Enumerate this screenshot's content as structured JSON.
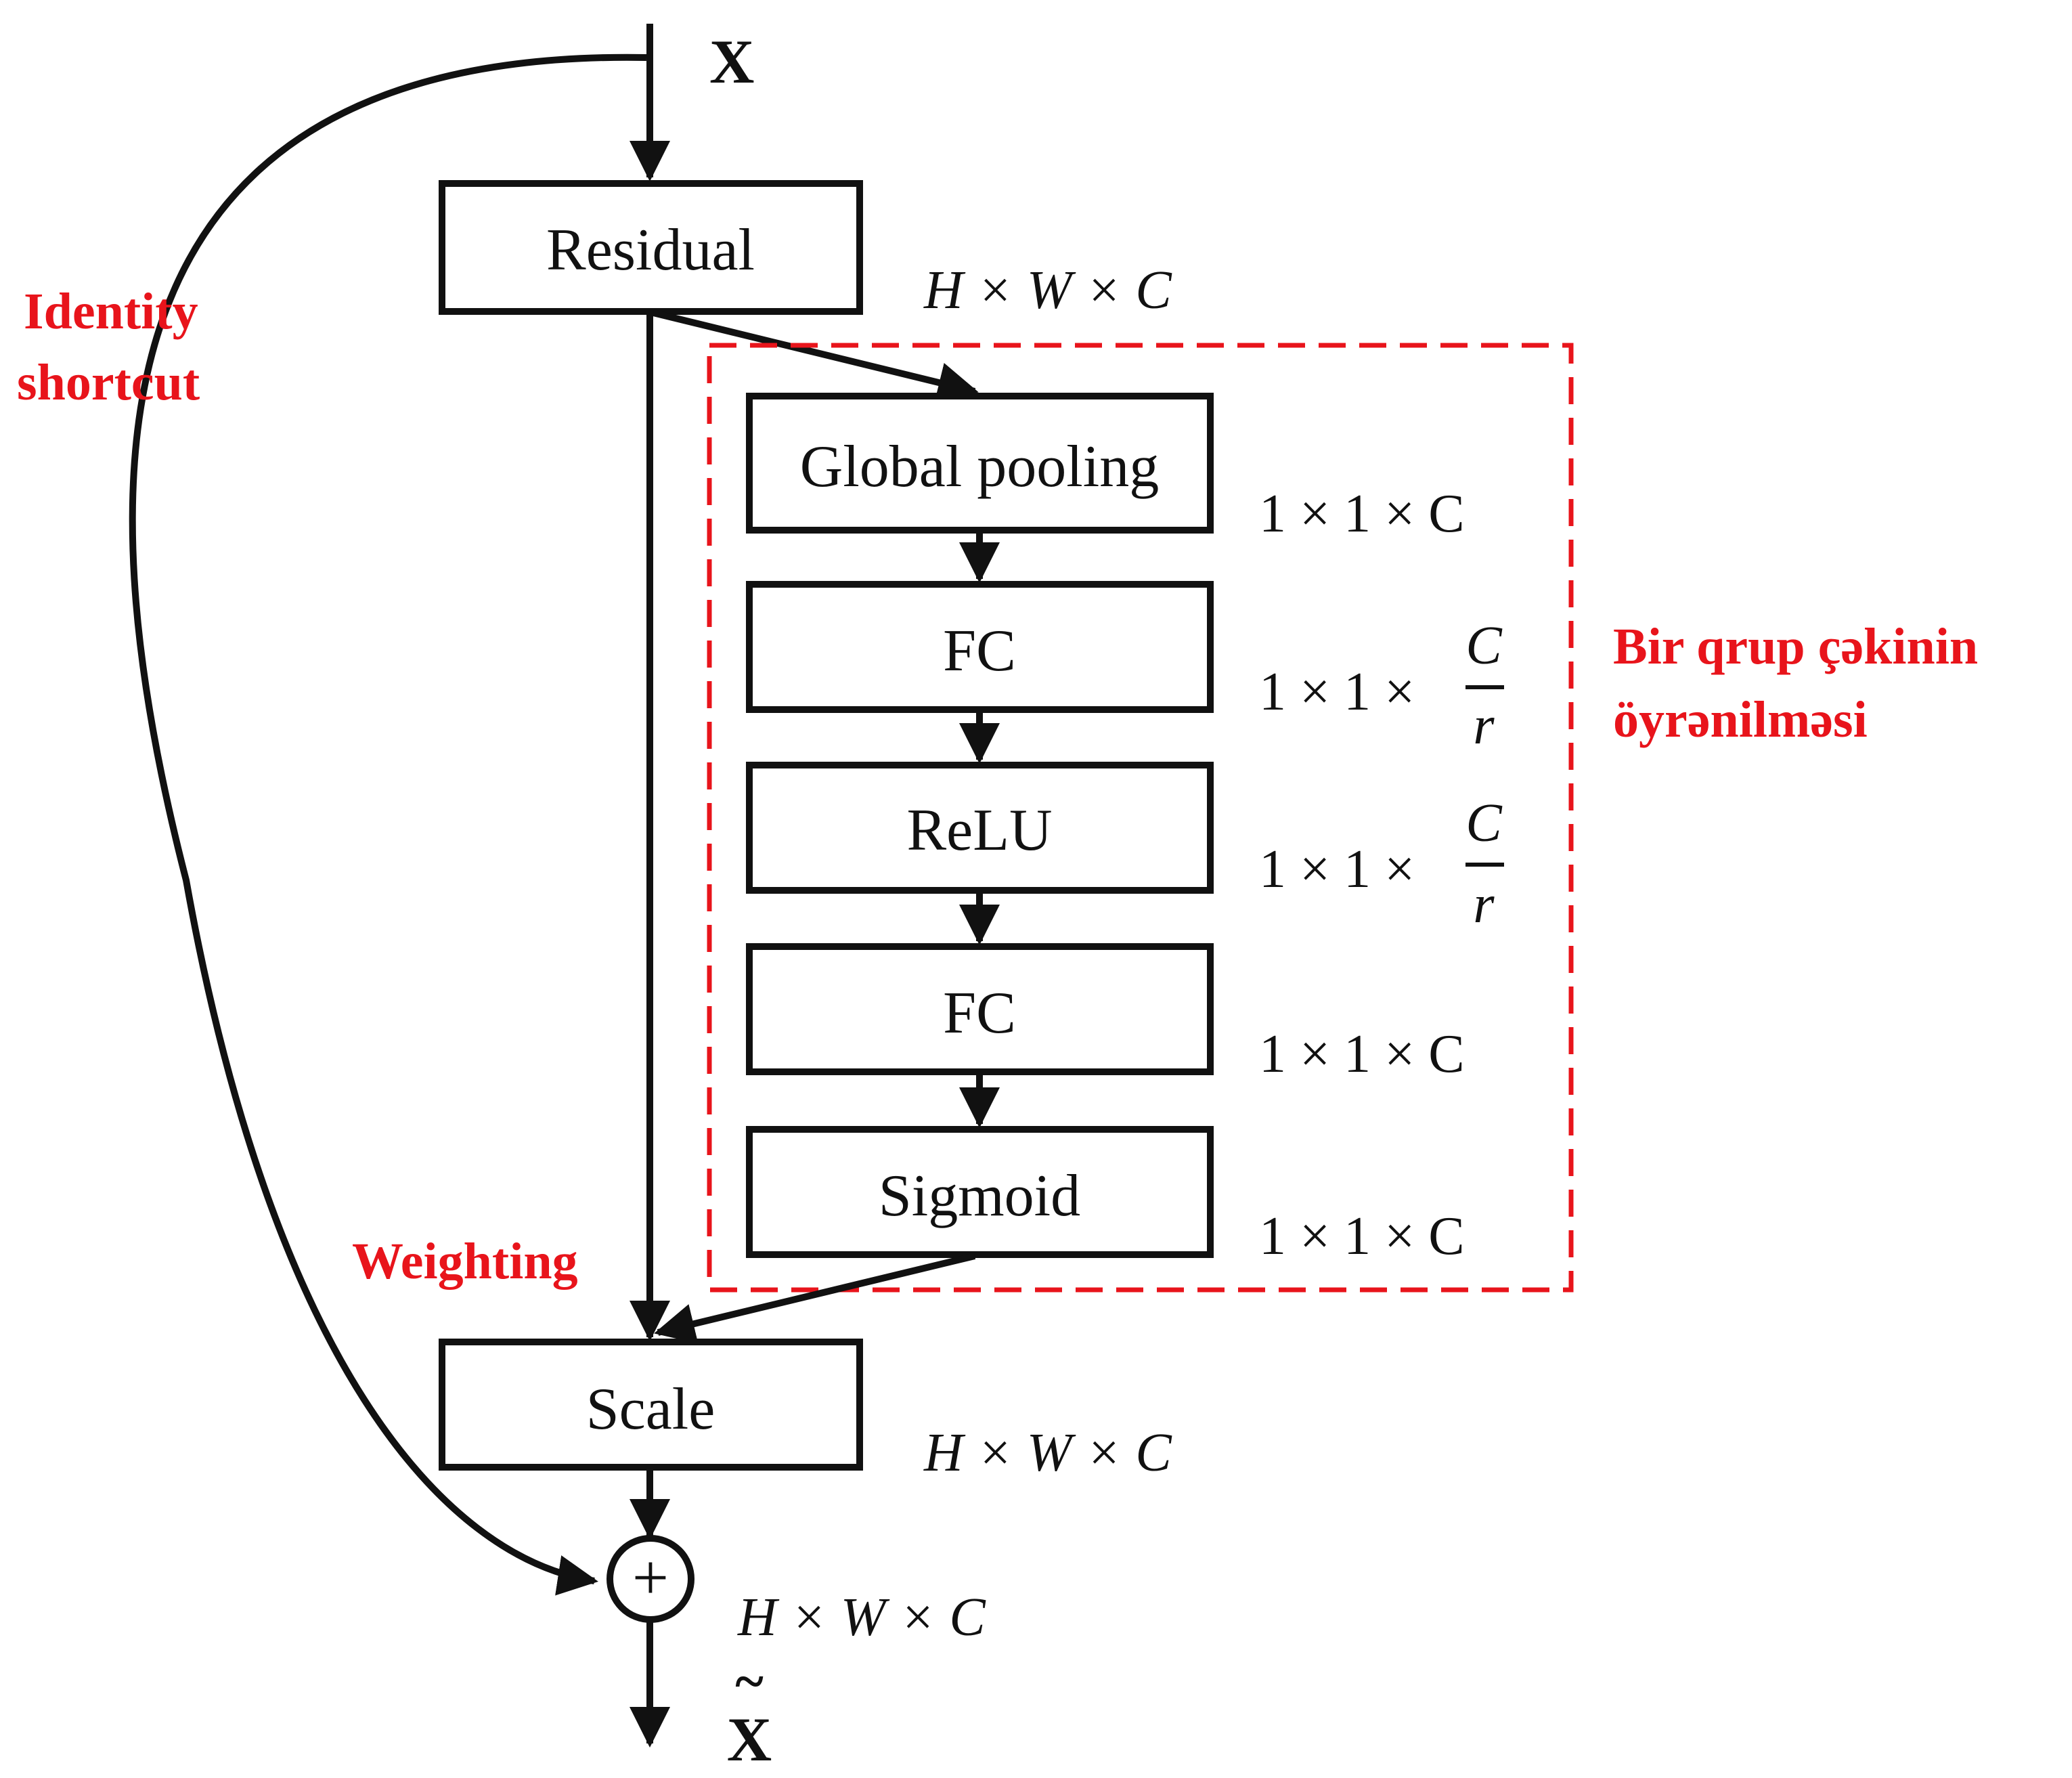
{
  "input": {
    "label": "X"
  },
  "output": {
    "label": "X",
    "accent": "~"
  },
  "blocks": {
    "residual": "Residual",
    "global_pooling": "Global pooling",
    "fc1": "FC",
    "relu": "ReLU",
    "fc2": "FC",
    "sigmoid": "Sigmoid",
    "scale": "Scale",
    "add_symbol": "+"
  },
  "dimensions": {
    "residual_out": "H × W × C",
    "pooling_out": "1 × 1 × C",
    "fc1_out_prefix": "1 × 1 × ",
    "fc1_out_num": "C",
    "fc1_out_den": "r",
    "relu_out_prefix": "1 × 1 × ",
    "relu_out_num": "C",
    "relu_out_den": "r",
    "fc2_out": "1 × 1 × C",
    "sigmoid_out": "1 × 1 × C",
    "scale_out": "H × W × C",
    "sum_out": "H × W × C"
  },
  "annotations": {
    "identity_line1": "Identity",
    "identity_line2": "shortcut",
    "weighting": "Weighting",
    "group_line1": "Bir qrup çəkinin",
    "group_line2": "öyrənilməsi"
  },
  "colors": {
    "annotation": "#e8141b",
    "stroke": "#111111",
    "background": "#ffffff"
  }
}
